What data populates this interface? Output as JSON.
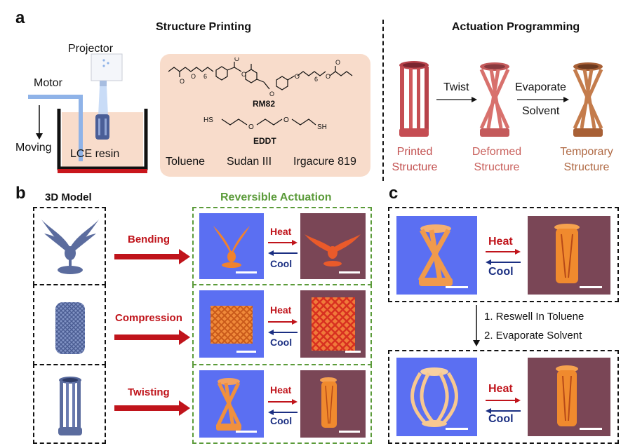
{
  "panels": {
    "a": "a",
    "b": "b",
    "c": "c"
  },
  "a": {
    "title_left": "Structure Printing",
    "title_right": "Actuation Programming",
    "setup": {
      "projector": "Projector",
      "motor": "Motor",
      "moving": "Moving",
      "resin": "LCE resin"
    },
    "chem": {
      "rm82": "RM82",
      "eddt": "EDDT",
      "toluene": "Toluene",
      "sudan": "Sudan III",
      "irgacure": "Irgacure 819"
    },
    "programming": {
      "twist": "Twist",
      "evaporate": "Evaporate",
      "solvent": "Solvent",
      "printed": [
        "Printed",
        "Structure"
      ],
      "deformed": [
        "Deformed",
        "Structure"
      ],
      "temporary": [
        "Temporary",
        "Structure"
      ],
      "colors": {
        "printed": "#c2504f",
        "deformed": "#c9605c",
        "temporary": "#b06a45"
      }
    }
  },
  "b": {
    "model_title": "3D Model",
    "actuation_title": "Reversible Actuation",
    "rows": [
      {
        "label": "Bending",
        "heat": "Heat",
        "cool": "Cool"
      },
      {
        "label": "Compression",
        "heat": "Heat",
        "cool": "Cool"
      },
      {
        "label": "Twisting",
        "heat": "Heat",
        "cool": "Cool"
      }
    ]
  },
  "c": {
    "heat": "Heat",
    "cool": "Cool",
    "steps": [
      "1. Reswell In Toluene",
      "2. Evaporate Solvent"
    ]
  }
}
